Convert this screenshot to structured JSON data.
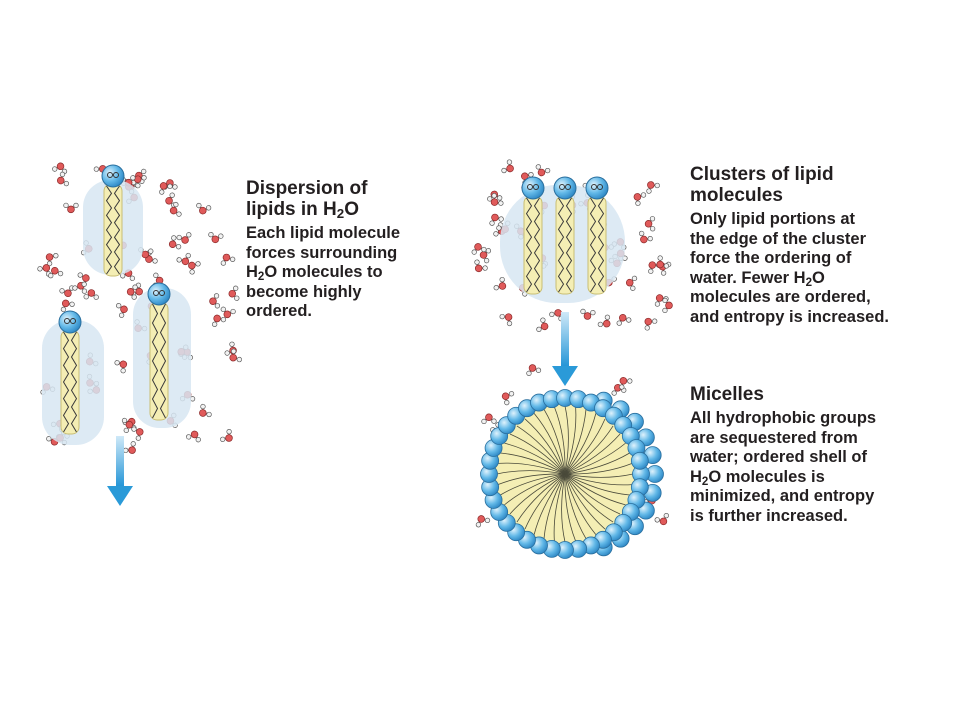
{
  "captions": {
    "dispersion": {
      "title": [
        "Dispersion of",
        "lipids in H",
        "2",
        "O"
      ],
      "body": [
        "Each lipid molecule",
        "forces surrounding",
        "H",
        "2",
        "O molecules to",
        "become highly",
        "ordered."
      ]
    },
    "clusters": {
      "title": [
        "Clusters of lipid",
        "molecules"
      ],
      "body": [
        "Only lipid portions at",
        "the edge of the cluster",
        "force the ordering of",
        "water. Fewer H",
        "2",
        "O",
        "molecules are ordered,",
        "and entropy is increased."
      ]
    },
    "micelles": {
      "title": [
        "Micelles"
      ],
      "body": [
        "All hydrophobic groups",
        "are sequestered from",
        "water;  ordered shell of",
        "H",
        "2",
        "O molecules is",
        "minimized, and entropy",
        "is further increased."
      ]
    }
  },
  "colors": {
    "arrow": "#2a9ad8",
    "head_group": "#6cc0ea",
    "tail": "#f4eeb4",
    "shell": "#d7e6f2",
    "oxygen": "#e05a5a",
    "hydrogen": "#f2f2f2"
  },
  "icons": [
    "water-molecule-icon",
    "lipid-molecule-icon",
    "down-arrow-icon",
    "micelle-icon"
  ]
}
